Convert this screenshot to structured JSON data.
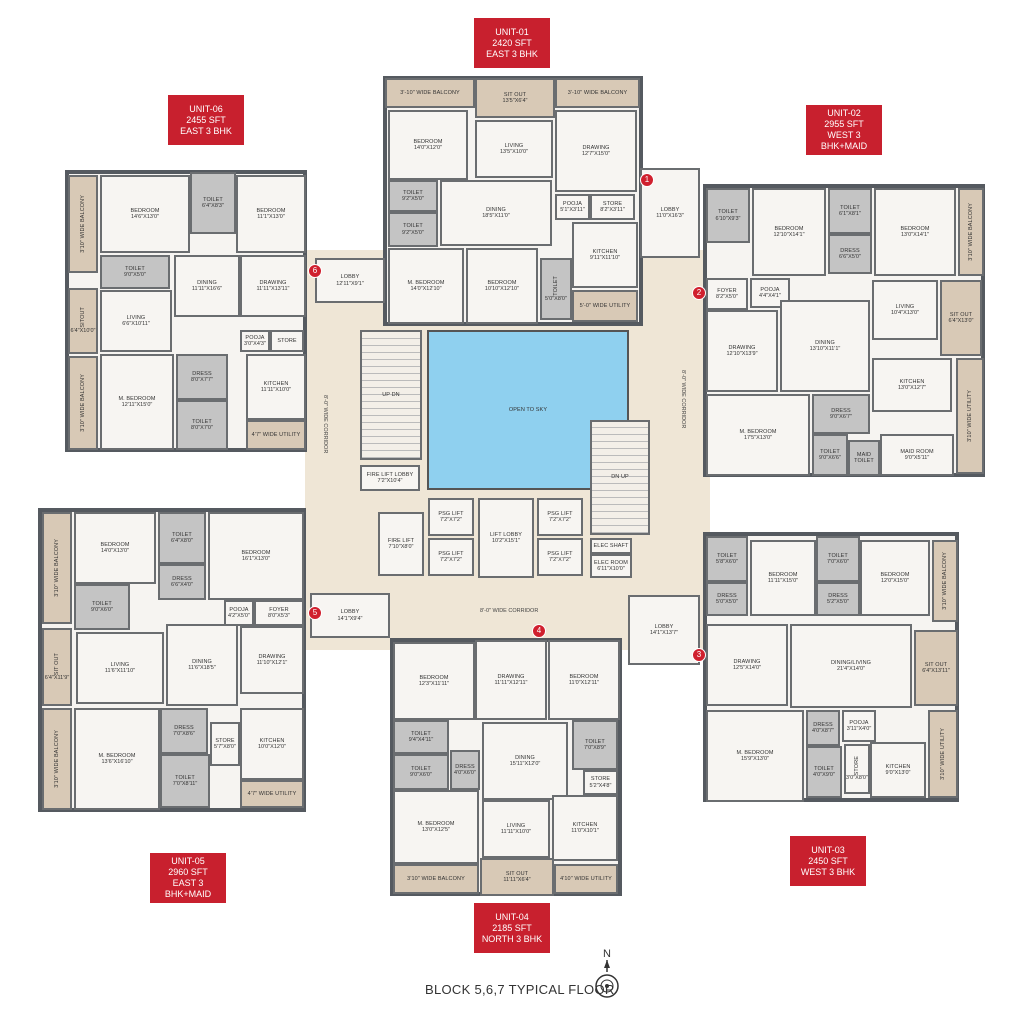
{
  "footer": {
    "title": "BLOCK 5,6,7 TYPICAL FLOOR",
    "north": "N"
  },
  "core": {
    "open_to_sky": "OPEN TO SKY",
    "corridor_left": "8'-0\" WIDE CORRIDOR",
    "corridor_right": "8'-0\" WIDE CORRIDOR",
    "corridor_bottom": "8'-0\" WIDE CORRIDOR",
    "rooms": [
      {
        "name": "LOBBY",
        "dim": "12'11\"X9'1\""
      },
      {
        "name": "LOBBY",
        "dim": "11'0\"X16'3\""
      },
      {
        "name": "LOBBY",
        "dim": "14'1\"X9'4\""
      },
      {
        "name": "LOBBY",
        "dim": "14'1\"X13'7\""
      },
      {
        "name": "UP  DN",
        "dim": ""
      },
      {
        "name": "DN  UP",
        "dim": ""
      },
      {
        "name": "FIRE LIFT LOBBY",
        "dim": "7'2\"X10'4\""
      },
      {
        "name": "FIRE LIFT",
        "dim": "7'10\"X8'0\""
      },
      {
        "name": "PSG LIFT",
        "dim": "7'2\"X7'2\""
      },
      {
        "name": "PSG LIFT",
        "dim": "7'2\"X7'2\""
      },
      {
        "name": "PSG LIFT",
        "dim": "7'2\"X7'2\""
      },
      {
        "name": "PSG LIFT",
        "dim": "7'2\"X7'2\""
      },
      {
        "name": "LIFT LOBBY",
        "dim": "10'2\"X15'1\""
      },
      {
        "name": "ELEC SHAFT",
        "dim": ""
      },
      {
        "name": "ELEC ROOM",
        "dim": "6'11\"X10'0\""
      }
    ],
    "markers": [
      "1",
      "2",
      "3",
      "4",
      "5",
      "6"
    ]
  },
  "units": [
    {
      "id": "UNIT-01",
      "area": "2420 SFT",
      "type": "EAST 3 BHK",
      "rooms": [
        {
          "name": "3'-10\" WIDE BALCONY",
          "dim": ""
        },
        {
          "name": "SIT OUT",
          "dim": "13'5\"X6'4\""
        },
        {
          "name": "3'-10\" WIDE BALCONY",
          "dim": ""
        },
        {
          "name": "BEDROOM",
          "dim": "14'0\"X12'0\""
        },
        {
          "name": "LIVING",
          "dim": "13'5\"X10'0\""
        },
        {
          "name": "DRAWING",
          "dim": "12'7\"X15'0\""
        },
        {
          "name": "TOILET",
          "dim": "9'2\"X5'0\""
        },
        {
          "name": "TOILET",
          "dim": "9'2\"X5'0\""
        },
        {
          "name": "DINING",
          "dim": "18'5\"X11'0\""
        },
        {
          "name": "POOJA",
          "dim": "5'1\"X3'11\""
        },
        {
          "name": "STORE",
          "dim": "8'2\"X3'11\""
        },
        {
          "name": "M. BEDROOM",
          "dim": "14'0\"X12'10\""
        },
        {
          "name": "BEDROOM",
          "dim": "10'10\"X12'10\""
        },
        {
          "name": "TOILET",
          "dim": "5'0\"X8'0\""
        },
        {
          "name": "KITCHEN",
          "dim": "9'11\"X11'10\""
        },
        {
          "name": "5'-0\" WIDE UTILITY",
          "dim": ""
        }
      ]
    },
    {
      "id": "UNIT-02",
      "area": "2955 SFT",
      "type": "WEST 3 BHK+MAID",
      "rooms": [
        {
          "name": "TOILET",
          "dim": "6'10\"X9'3\""
        },
        {
          "name": "BEDROOM",
          "dim": "12'10\"X14'1\""
        },
        {
          "name": "TOILET",
          "dim": "6'1\"X8'1\""
        },
        {
          "name": "DRESS",
          "dim": "6'6\"X5'0\""
        },
        {
          "name": "BEDROOM",
          "dim": "13'0\"X14'1\""
        },
        {
          "name": "3'10\" WIDE BALCONY",
          "dim": ""
        },
        {
          "name": "FOYER",
          "dim": "8'2\"X5'0\""
        },
        {
          "name": "POOJA",
          "dim": "4'4\"X4'1\""
        },
        {
          "name": "LIVING",
          "dim": "10'4\"X13'0\""
        },
        {
          "name": "SIT OUT",
          "dim": "6'4\"X13'0\""
        },
        {
          "name": "DRAWING",
          "dim": "12'10\"X13'9\""
        },
        {
          "name": "DINING",
          "dim": "13'10\"X11'1\""
        },
        {
          "name": "KITCHEN",
          "dim": "13'0\"X12'7\""
        },
        {
          "name": "3'10\" WIDE UTILITY",
          "dim": ""
        },
        {
          "name": "M. BEDROOM",
          "dim": "17'5\"X13'0\""
        },
        {
          "name": "DRESS",
          "dim": "9'0\"X6'7\""
        },
        {
          "name": "TOILET",
          "dim": "9'0\"X6'6\""
        },
        {
          "name": "MAID TOILET",
          "dim": ""
        },
        {
          "name": "MAID ROOM",
          "dim": "9'0\"X5'11\""
        }
      ]
    },
    {
      "id": "UNIT-03",
      "area": "2450 SFT",
      "type": "WEST 3 BHK",
      "rooms": [
        {
          "name": "TOILET",
          "dim": "5'8\"X6'0\""
        },
        {
          "name": "DRESS",
          "dim": "5'0\"X5'0\""
        },
        {
          "name": "BEDROOM",
          "dim": "11'11\"X15'0\""
        },
        {
          "name": "TOILET",
          "dim": "7'0\"X6'0\""
        },
        {
          "name": "DRESS",
          "dim": "5'2\"X5'0\""
        },
        {
          "name": "BEDROOM",
          "dim": "12'0\"X15'0\""
        },
        {
          "name": "3'10\" WIDE BALCONY",
          "dim": ""
        },
        {
          "name": "DRAWING",
          "dim": "12'5\"X14'0\""
        },
        {
          "name": "DINING/LIVING",
          "dim": "21'4\"X14'0\""
        },
        {
          "name": "SIT OUT",
          "dim": "6'4\"X13'11\""
        },
        {
          "name": "M. BEDROOM",
          "dim": "15'9\"X13'0\""
        },
        {
          "name": "DRESS",
          "dim": "4'0\"X8'7\""
        },
        {
          "name": "POOJA",
          "dim": "3'11\"X4'0\""
        },
        {
          "name": "TOILET",
          "dim": "4'0\"X9'0\""
        },
        {
          "name": "STORE",
          "dim": "3'0\"X8'0\""
        },
        {
          "name": "KITCHEN",
          "dim": "9'0\"X13'0\""
        },
        {
          "name": "3'10\" WIDE UTILITY",
          "dim": ""
        }
      ]
    },
    {
      "id": "UNIT-04",
      "area": "2185 SFT",
      "type": "NORTH 3 BHK",
      "rooms": [
        {
          "name": "BEDROOM",
          "dim": "12'3\"X11'11\""
        },
        {
          "name": "DRAWING",
          "dim": "11'11\"X12'11\""
        },
        {
          "name": "BEDROOM",
          "dim": "11'0\"X12'11\""
        },
        {
          "name": "TOILET",
          "dim": "9'4\"X4'11\""
        },
        {
          "name": "TOILET",
          "dim": "9'0\"X6'0\""
        },
        {
          "name": "DRESS",
          "dim": "4'0\"X6'0\""
        },
        {
          "name": "DINING",
          "dim": "15'11\"X12'0\""
        },
        {
          "name": "TOILET",
          "dim": "7'0\"X8'9\""
        },
        {
          "name": "STORE",
          "dim": "5'2\"X4'8\""
        },
        {
          "name": "M. BEDROOM",
          "dim": "13'0\"X12'5\""
        },
        {
          "name": "LIVING",
          "dim": "11'11\"X10'0\""
        },
        {
          "name": "KITCHEN",
          "dim": "11'0\"X10'1\""
        },
        {
          "name": "3'10\" WIDE BALCONY",
          "dim": ""
        },
        {
          "name": "SIT OUT",
          "dim": "11'11\"X6'4\""
        },
        {
          "name": "4'10\" WIDE UTILITY",
          "dim": ""
        }
      ]
    },
    {
      "id": "UNIT-05",
      "area": "2960 SFT",
      "type": "EAST 3 BHK+MAID",
      "rooms": [
        {
          "name": "3'10\" WIDE BALCONY",
          "dim": ""
        },
        {
          "name": "BEDROOM",
          "dim": "14'0\"X13'0\""
        },
        {
          "name": "TOILET",
          "dim": "6'4\"X8'0\""
        },
        {
          "name": "DRESS",
          "dim": "6'6\"X4'0\""
        },
        {
          "name": "BEDROOM",
          "dim": "16'1\"X13'0\""
        },
        {
          "name": "TOILET",
          "dim": "9'0\"X6'0\""
        },
        {
          "name": "POOJA",
          "dim": "4'2\"X5'0\""
        },
        {
          "name": "FOYER",
          "dim": "8'0\"X5'3\""
        },
        {
          "name": "SIT OUT",
          "dim": "6'4\"X11'9\""
        },
        {
          "name": "LIVING",
          "dim": "11'6\"X11'10\""
        },
        {
          "name": "DINING",
          "dim": "11'6\"X18'5\""
        },
        {
          "name": "DRAWING",
          "dim": "11'10\"X12'1\""
        },
        {
          "name": "M. BEDROOM",
          "dim": "13'6\"X16'10\""
        },
        {
          "name": "DRESS",
          "dim": "7'0\"X8'6\""
        },
        {
          "name": "TOILET",
          "dim": "7'0\"X8'11\""
        },
        {
          "name": "STORE",
          "dim": "5'7\"X8'0\""
        },
        {
          "name": "KITCHEN",
          "dim": "10'0\"X12'0\""
        },
        {
          "name": "4'7\" WIDE UTILITY",
          "dim": ""
        },
        {
          "name": "3'10\" WIDE BALCONY",
          "dim": ""
        }
      ]
    },
    {
      "id": "UNIT-06",
      "area": "2455 SFT",
      "type": "EAST 3 BHK",
      "rooms": [
        {
          "name": "3'10\" WIDE BALCONY",
          "dim": ""
        },
        {
          "name": "BEDROOM",
          "dim": "14'6\"X13'0\""
        },
        {
          "name": "TOILET",
          "dim": "6'4\"X8'3\""
        },
        {
          "name": "BEDROOM",
          "dim": "11'1\"X13'0\""
        },
        {
          "name": "TOILET",
          "dim": "9'0\"X5'0\""
        },
        {
          "name": "DINING",
          "dim": "11'11\"X16'6\""
        },
        {
          "name": "DRAWING",
          "dim": "11'11\"X13'11\""
        },
        {
          "name": "SITOUT",
          "dim": "6'4\"X10'0\""
        },
        {
          "name": "LIVING",
          "dim": "6'6\"X10'11\""
        },
        {
          "name": "POOJA",
          "dim": "3'0\"X4'3\""
        },
        {
          "name": "STORE",
          "dim": ""
        },
        {
          "name": "M. BEDROOM",
          "dim": "12'11\"X15'0\""
        },
        {
          "name": "DRESS",
          "dim": "8'0\"X7'7\""
        },
        {
          "name": "TOILET",
          "dim": "8'0\"X7'0\""
        },
        {
          "name": "KITCHEN",
          "dim": "11'11\"X10'0\""
        },
        {
          "name": "4'7\" WIDE UTILITY",
          "dim": ""
        },
        {
          "name": "3'10\" WIDE BALCONY",
          "dim": ""
        }
      ]
    }
  ]
}
